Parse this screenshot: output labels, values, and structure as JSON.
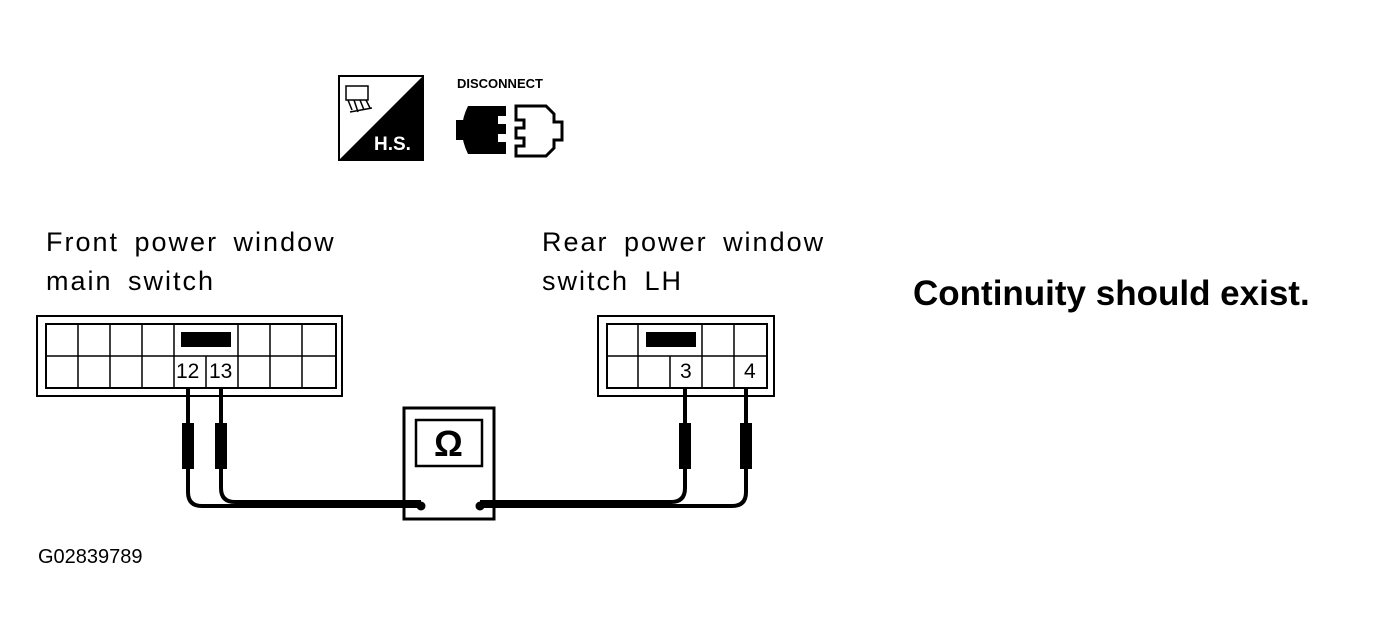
{
  "icons": {
    "hs_label": "H.S.",
    "hs_icon": "hand-saw-icon",
    "disconnect_label": "DISCONNECT",
    "disconnect_icon": "disconnect-connector-icon"
  },
  "front_switch": {
    "label_line1": "Front power window",
    "label_line2": "main switch",
    "pin_a": "12",
    "pin_b": "13"
  },
  "rear_switch": {
    "label_line1": "Rear power window",
    "label_line2": "switch LH",
    "pin_a": "3",
    "pin_b": "4"
  },
  "meter": {
    "symbol": "Ω",
    "icon": "ohmmeter-icon"
  },
  "note": "Continuity should exist.",
  "figure_id": "G02839789",
  "colors": {
    "ink": "#000000",
    "paper": "#ffffff"
  }
}
